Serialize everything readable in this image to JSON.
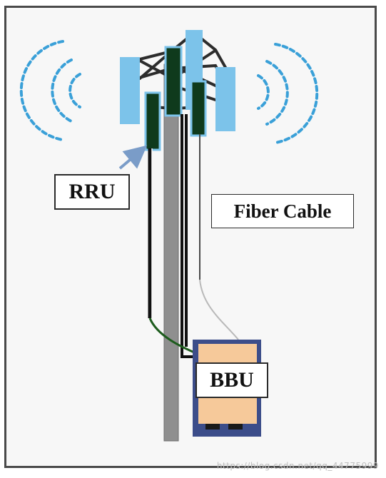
{
  "labels": {
    "rru": "RRU",
    "fiber_cable": "Fiber Cable",
    "bbu": "BBU"
  },
  "watermark": "https://blog.csdn.net/qq_44775999",
  "colors": {
    "frame_border": "#4a4a4a",
    "background": "#f7f7f7",
    "antenna": "#7cc3ea",
    "rru_unit": "#0f3a1c",
    "pole": "#8f8f8f",
    "bbu_cabinet": "#f6c99a",
    "bbu_base": "#3c4d8a",
    "signal_waves": "#3aa0d8",
    "pointer_arrow": "#7a9cc8",
    "power_cable": "#1d5c1d",
    "fiber_cable": "#b9b9b9"
  }
}
